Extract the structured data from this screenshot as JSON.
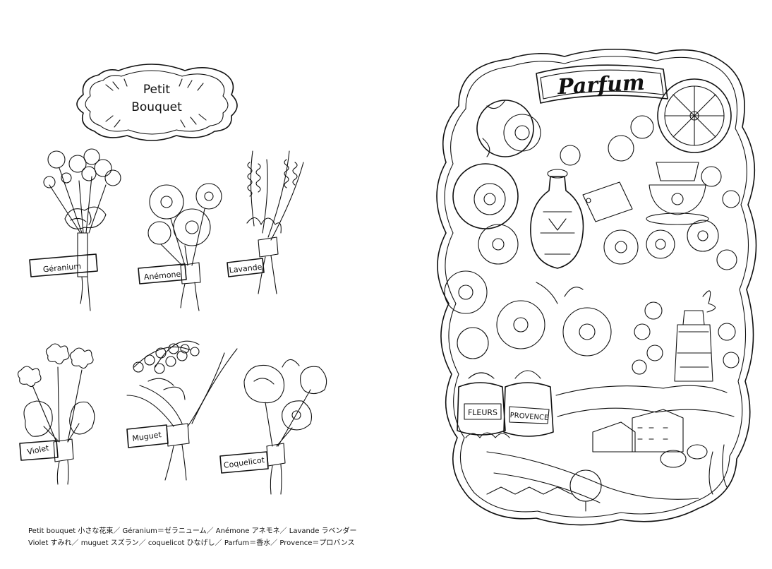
{
  "left_page": {
    "title_line1": "Petit",
    "title_line2": "Bouquet",
    "labels": {
      "geranium": "Géranium",
      "anemone": "Anémone",
      "lavande": "Lavande",
      "violet": "Violet",
      "muguet": "Muguet",
      "coquelicot": "Coquelicot"
    },
    "caption_line1": "Petit bouquet 小さな花束／ Géranium＝ゼラニューム／ Anémone アネモネ／ Lavande ラベンダー",
    "caption_line2": "Violet すみれ／ muguet スズラン／ coquelicot ひなげし／ Parfum＝香水／ Provence＝プロバンス"
  },
  "right_page": {
    "title": "Parfum",
    "jar_labels": {
      "fleurs": "FLEURS",
      "provence": "PROVENCE"
    }
  }
}
